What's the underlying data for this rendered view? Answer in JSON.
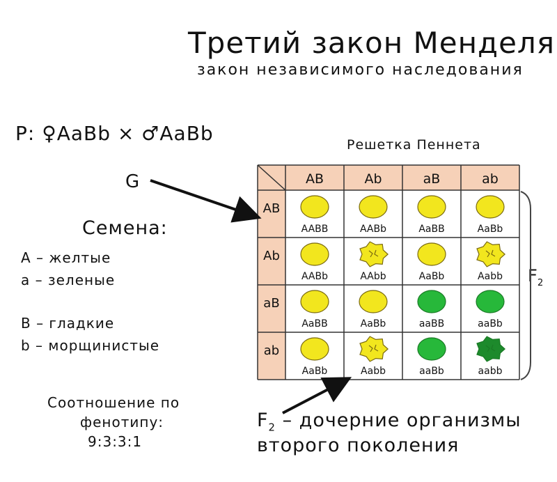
{
  "title": "Третий закон Менделя",
  "subtitle": "закон независимого наследования",
  "cross": "P: ♀AaBb × ♂AaBb",
  "punnett_label": "Решетка Пеннета",
  "gametes_label": "G",
  "seeds": {
    "title": "Семена:",
    "legend": [
      "A – желтые",
      "a – зеленые",
      "B – гладкие",
      "b – морщинистые"
    ]
  },
  "ratio": {
    "line1": "Соотношение по",
    "line2": "фенотипу:",
    "line3": "9:3:3:1"
  },
  "f2_side": {
    "letter": "F",
    "sub": "2"
  },
  "f2_description": {
    "letter": "F",
    "sub": "2",
    "line1_rest": " – дочерние организмы",
    "line2": "второго поколения"
  },
  "grid": {
    "column_headers": [
      "AB",
      "Ab",
      "aB",
      "ab"
    ],
    "row_headers": [
      "AB",
      "Ab",
      "aB",
      "ab"
    ],
    "colors": {
      "header_bg": "#f6d1b8",
      "yellow": "#f2e61e",
      "green": "#27b83a",
      "dark_green": "#1d8a2c",
      "line": "#333333"
    },
    "cells": [
      [
        {
          "genotype": "AABB",
          "color": "yellow",
          "shape": "smooth"
        },
        {
          "genotype": "AABb",
          "color": "yellow",
          "shape": "smooth"
        },
        {
          "genotype": "AaBB",
          "color": "yellow",
          "shape": "smooth"
        },
        {
          "genotype": "AaBb",
          "color": "yellow",
          "shape": "smooth"
        }
      ],
      [
        {
          "genotype": "AABb",
          "color": "yellow",
          "shape": "smooth"
        },
        {
          "genotype": "AAbb",
          "color": "yellow",
          "shape": "wrinkled"
        },
        {
          "genotype": "AaBb",
          "color": "yellow",
          "shape": "smooth"
        },
        {
          "genotype": "Aabb",
          "color": "yellow",
          "shape": "wrinkled"
        }
      ],
      [
        {
          "genotype": "AaBB",
          "color": "yellow",
          "shape": "smooth"
        },
        {
          "genotype": "AaBb",
          "color": "yellow",
          "shape": "smooth"
        },
        {
          "genotype": "aaBB",
          "color": "green",
          "shape": "smooth"
        },
        {
          "genotype": "aaBb",
          "color": "green",
          "shape": "smooth"
        }
      ],
      [
        {
          "genotype": "AaBb",
          "color": "yellow",
          "shape": "smooth"
        },
        {
          "genotype": "Aabb",
          "color": "yellow",
          "shape": "wrinkled"
        },
        {
          "genotype": "aaBb",
          "color": "green",
          "shape": "smooth"
        },
        {
          "genotype": "aabb",
          "color": "green",
          "shape": "wrinkled"
        }
      ]
    ]
  }
}
